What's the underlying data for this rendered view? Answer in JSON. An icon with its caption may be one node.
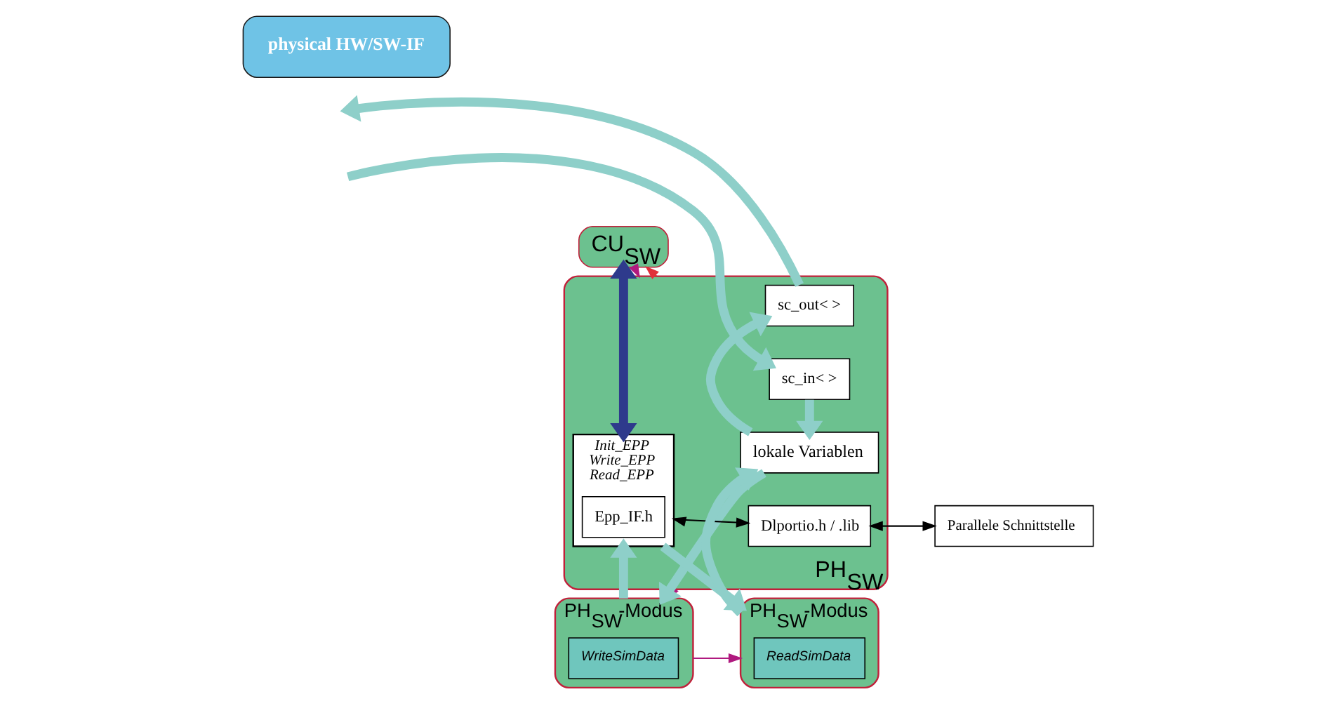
{
  "diagram": {
    "nodes": [
      {
        "text": [
          "CU$_{SW}$"
        ]
      },
      {
        "text": [
          "PH$_{SW}$"
        ]
      },
      {
        "text": [
          "sc_in< >"
        ],
        "in": 1
      },
      {
        "text": [
          "sc_out< >"
        ],
        "in": 1
      },
      {
        "text": [
          "lokale Variablen"
        ],
        "in": 1
      },
      {
        "text": [
          "Init_EPP",
          "Write_EPP",
          "Read_EPP"
        ],
        "in": 1
      },
      {
        "text": [
          "Epp_IF.h"
        ],
        "in": 5
      },
      {
        "text": [
          "Dlportio.h / .lib"
        ],
        "in": 1
      },
      {
        "text": [
          "Parallele Schnittstelle"
        ]
      },
      {
        "text": [
          "physical HW/SW-IF"
        ]
      },
      {
        "text": [
          "PH$_{SW}$-Modus"
        ]
      },
      {
        "text": [
          "WriteSimData"
        ],
        "in": 10
      },
      {
        "text": [
          "PH$_{SW}$-Modus"
        ]
      },
      {
        "text": [
          "ReadSimData"
        ],
        "in": 12
      }
    ],
    "edges": [
      {
        "from": null,
        "to": 2,
        "arrow": "to"
      },
      {
        "from": 2,
        "to": 4,
        "arrow": "to"
      },
      {
        "from": 4,
        "to": 3,
        "arrow": "to"
      },
      {
        "from": 3,
        "to": null,
        "arrow": "to"
      },
      {
        "from": 0,
        "to": 5,
        "arrow": "both",
        "color": "#2e3a8c"
      },
      {
        "from": 0,
        "to": 1,
        "arrow": "to",
        "color": "#b0197f"
      },
      {
        "from": 1,
        "to": 0,
        "arrow": "to",
        "color": "#e0303a"
      },
      {
        "from": 5,
        "to": 7,
        "arrow": "both",
        "color": "#000000"
      },
      {
        "from": 7,
        "to": 8,
        "arrow": "both",
        "color": "#000000"
      },
      {
        "from": 4,
        "to": 10,
        "arrow": "to"
      },
      {
        "from": 10,
        "to": 5,
        "arrow": "to"
      },
      {
        "from": 5,
        "to": 12,
        "arrow": "to"
      },
      {
        "from": 12,
        "to": 4,
        "arrow": "to"
      },
      {
        "from": 1,
        "to": 10,
        "arrow": "to",
        "color": "#b0197f"
      },
      {
        "from": 10,
        "to": 12,
        "arrow": "to",
        "color": "#b0197f"
      }
    ]
  }
}
